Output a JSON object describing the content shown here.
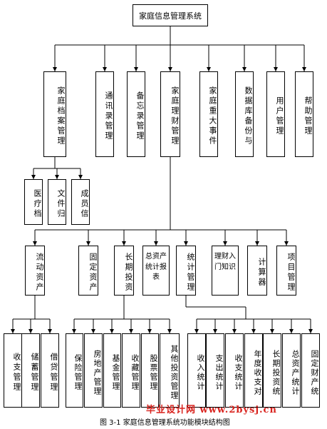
{
  "root": "家庭信息管理系统",
  "level1": [
    "家庭档案管理",
    "通讯录管理",
    "备忘录管理",
    "家庭理财管理",
    "家庭重大事件",
    "数据库备份与",
    "用户管理",
    "帮助管理"
  ],
  "archive_children": [
    "医疗档",
    "文件归",
    "成员信"
  ],
  "finance_children": [
    "流动资产",
    "固定资产",
    "长期投资",
    "总资产统计报表",
    "统计管理",
    "理财入门知识",
    "计算器",
    "项目管理"
  ],
  "liquid_children": [
    "收支管理",
    "储蓄管理",
    "借贷管理"
  ],
  "invest_children": [
    "保险管理",
    "房地产管理",
    "基金管理",
    "收藏管理",
    "股票管理",
    "其他投资管理"
  ],
  "stats_children": [
    "收入统计",
    "支出统计",
    "收支统计",
    "年度收支对",
    "长期投资统",
    "总资产统计",
    "固定财产统"
  ],
  "caption": "图 3-1 家庭信息管理系统功能模块结构图",
  "watermark": "毕业设计网 www.2bysj.cn"
}
